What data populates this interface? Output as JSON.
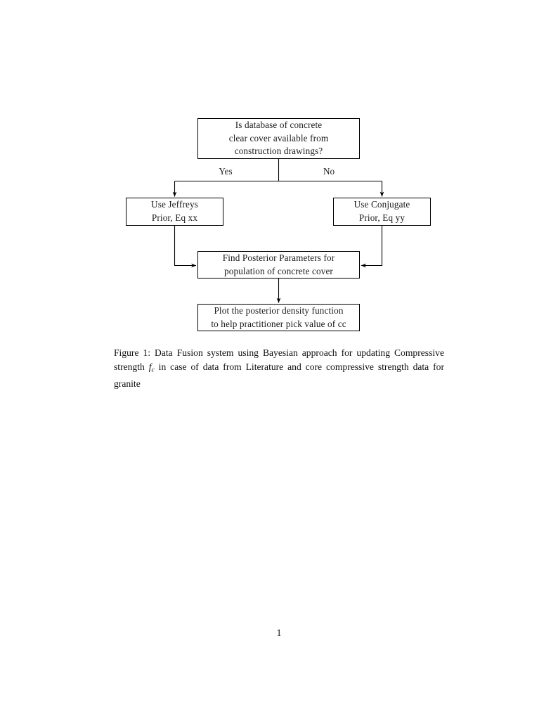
{
  "document": {
    "page_number": "1",
    "background_color": "#ffffff",
    "text_color": "#000000"
  },
  "figure": {
    "caption_label": "Figure 1:",
    "caption_part_1": " Data Fusion system using Bayesian approach for updating Compressive strength ",
    "caption_math_f": "f",
    "caption_math_sub": "c",
    "caption_part_2": " in case of data from Literature and core compressive strength data for granite",
    "diagram": {
      "type": "flowchart",
      "nodes": [
        {
          "id": "question",
          "shape": "rectangle",
          "lines": [
            "Is database of concrete",
            "clear cover available from",
            "construction drawings?"
          ]
        },
        {
          "id": "jeffreys",
          "shape": "rectangle",
          "lines": [
            "Use Jeffreys",
            "Prior, Eq xx"
          ]
        },
        {
          "id": "conjugate",
          "shape": "rectangle",
          "lines": [
            "Use Conjugate",
            "Prior, Eq yy"
          ]
        },
        {
          "id": "posterior",
          "shape": "rectangle",
          "lines": [
            "Find Posterior Parameters for",
            "population of concrete cover"
          ]
        },
        {
          "id": "plot",
          "shape": "rectangle",
          "lines": [
            "Plot the posterior density function",
            "to help practitioner pick value of cc"
          ]
        }
      ],
      "edges": [
        {
          "from": "question",
          "to": "jeffreys",
          "label": "Yes"
        },
        {
          "from": "question",
          "to": "conjugate",
          "label": "No"
        },
        {
          "from": "jeffreys",
          "to": "posterior",
          "label": ""
        },
        {
          "from": "conjugate",
          "to": "posterior",
          "label": ""
        },
        {
          "from": "posterior",
          "to": "plot",
          "label": ""
        }
      ],
      "line_color": "#000000",
      "fill_color": "#ffffff"
    }
  }
}
